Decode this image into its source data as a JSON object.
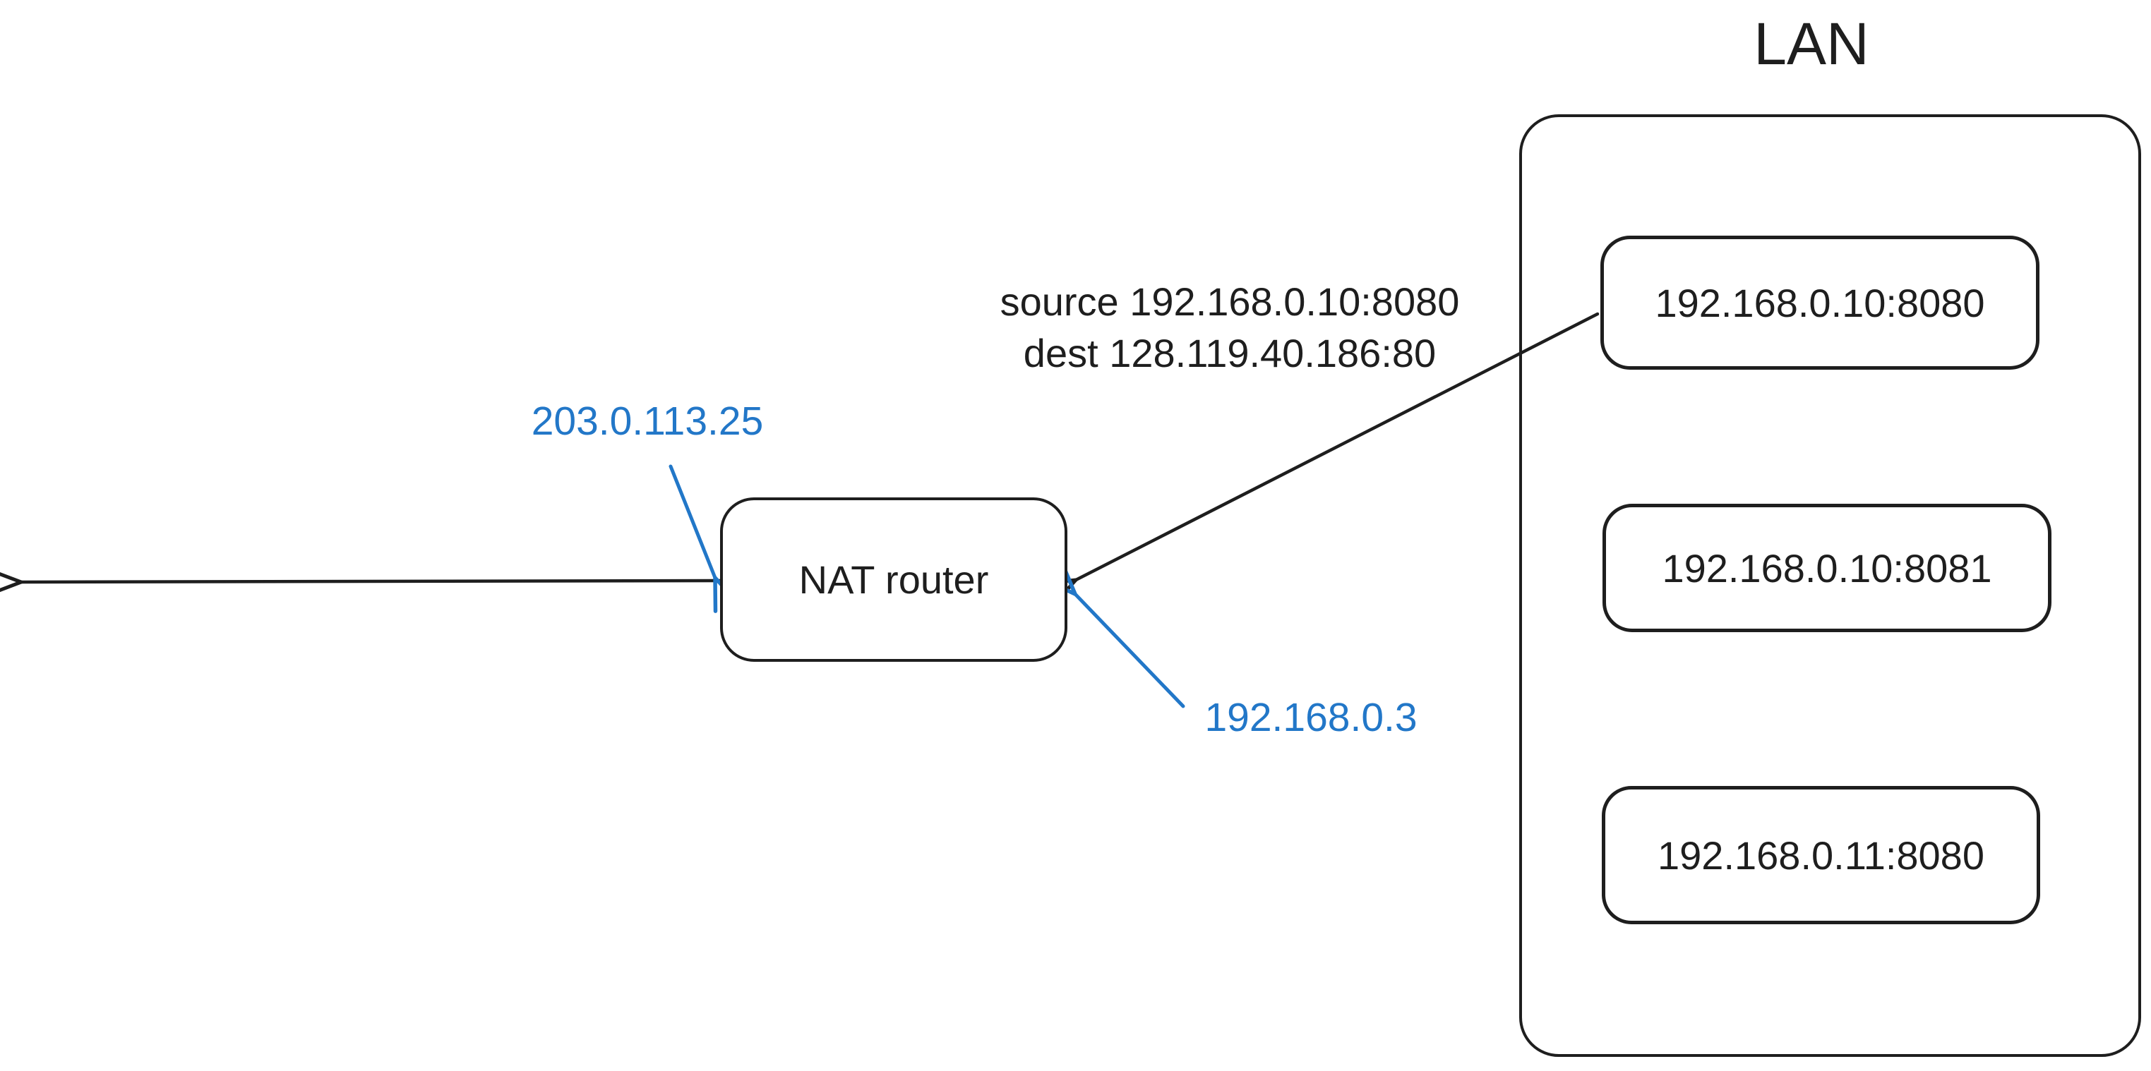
{
  "lan": {
    "title": "LAN",
    "hosts": [
      {
        "label": "192.168.0.10:8080"
      },
      {
        "label": "192.168.0.10:8081"
      },
      {
        "label": "192.168.0.11:8080"
      }
    ]
  },
  "nat_router": {
    "label": "NAT router",
    "public_ip": "203.0.113.25",
    "private_ip": "192.168.0.3"
  },
  "packet": {
    "source_line": "source 192.168.0.10:8080",
    "dest_line": "dest 128.119.40.186:80"
  },
  "colors": {
    "stroke": "#1e1e1e",
    "accent": "#2277c8"
  }
}
